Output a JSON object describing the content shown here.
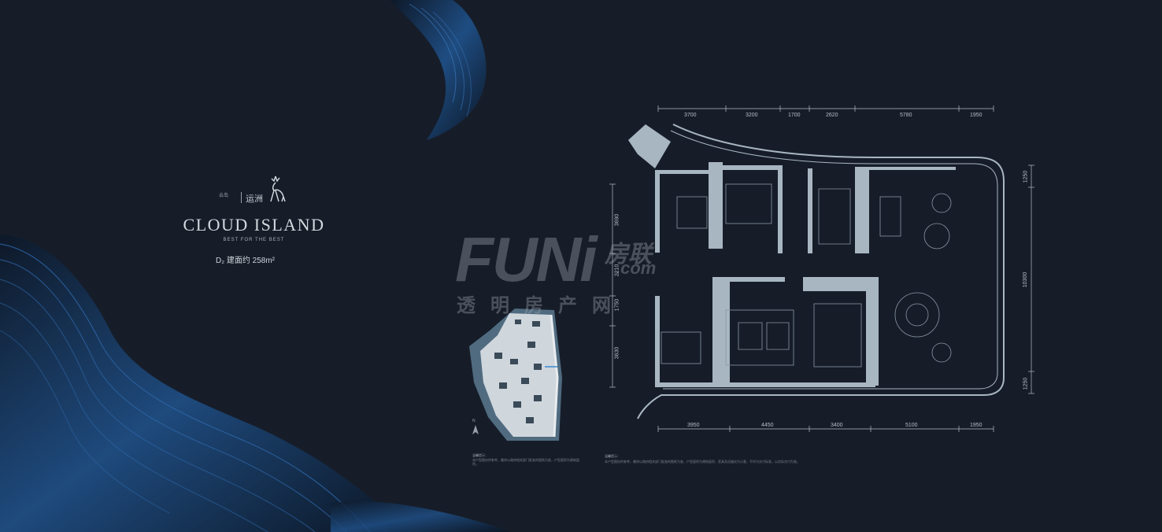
{
  "brand": {
    "logo_cn": "运洲",
    "logo_sub": "云岛",
    "title": "CLOUD ISLAND",
    "tagline": "BEST FOR THE BEST",
    "area_label": "D₂ 建面约 258m²"
  },
  "watermark": {
    "latin": "FUNi",
    "cn": "房联",
    "com": ".com",
    "slogan": "透明房产网"
  },
  "floorplan": {
    "dims_top": [
      "3700",
      "3200",
      "1700",
      "2620",
      "5780",
      "1950"
    ],
    "dims_bottom": [
      "3950",
      "4450",
      "3400",
      "5100",
      "1950"
    ],
    "dims_left": [
      "3690",
      "2210",
      "1750",
      "3630"
    ],
    "dims_right": [
      "1250",
      "10300",
      "1250"
    ]
  },
  "site_map": {
    "north_label": "N"
  },
  "notes": {
    "left_title": "温馨提示：",
    "left_body": "本户型图仅供参考，最终以政府相关部门批准的图纸为准，户型面积为建筑面积。",
    "right_title": "温馨提示：",
    "right_body": "本户型图仅供参考，最终以政府相关部门批准的图纸为准，户型面积为建筑面积，家具及设施仅为示意，不作为交付标准，以实际交付为准。"
  },
  "colors": {
    "background": "#161d29",
    "wall": "#a8b6c2",
    "accent_blue": "#2e6fb0"
  }
}
